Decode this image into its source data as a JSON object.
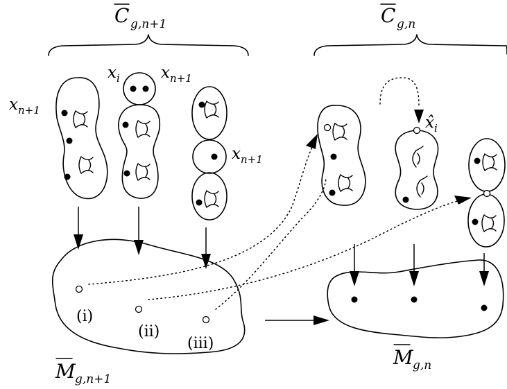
{
  "labels": {
    "top_left": {
      "main": "C",
      "sub": "g,n+1"
    },
    "top_right": {
      "main": "C",
      "sub": "g,n"
    },
    "bottom_left": {
      "main": "M",
      "sub": "g,n+1"
    },
    "bottom_right": {
      "main": "M",
      "sub": "g,n"
    },
    "x_left": {
      "main": "x",
      "sub": "n+1"
    },
    "x_i": {
      "main": "x",
      "sub": "i"
    },
    "x_top_right": {
      "main": "x",
      "sub": "n+1"
    },
    "x_mid_right": {
      "main": "x",
      "sub": "n+1"
    },
    "xhat": {
      "main": "x̂",
      "sub": "i"
    },
    "point_i": "(i)",
    "point_ii": "(ii)",
    "point_iii": "(iii)"
  }
}
